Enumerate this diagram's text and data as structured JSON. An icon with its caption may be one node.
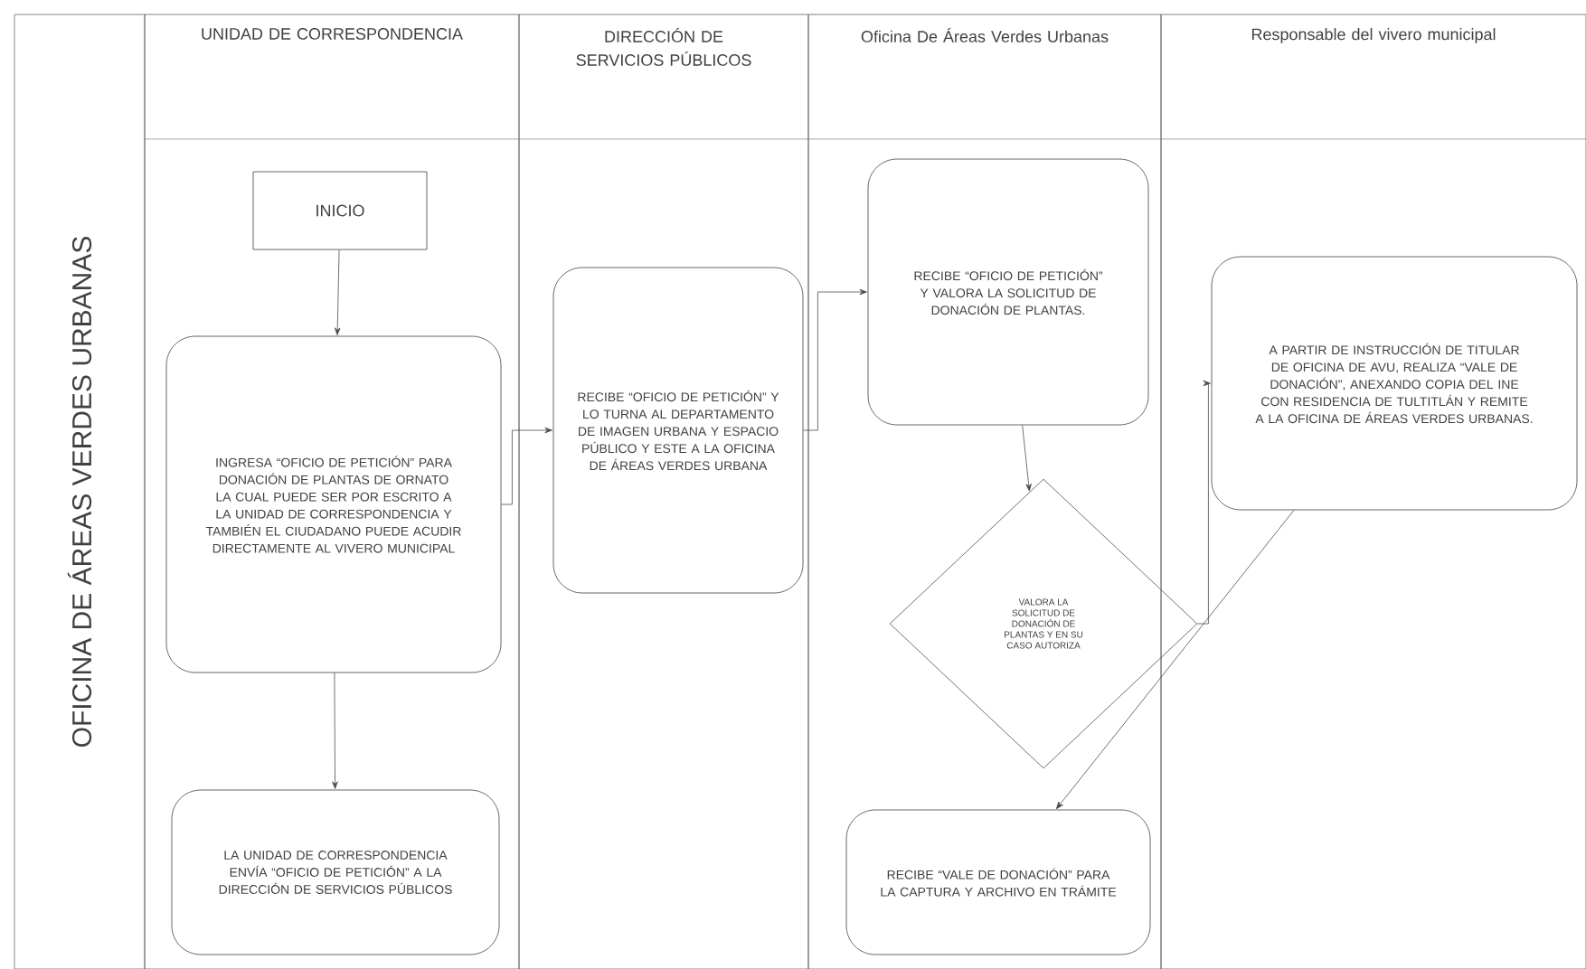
{
  "diagram": {
    "nodes": [
      {
        "text": [
          "OFICINA DE ÁREAS VERDES URBANAS"
        ]
      },
      {
        "text": [
          "UNIDAD DE CORRESPONDENCIA"
        ]
      },
      {
        "text": [
          "DIRECCIÓN DE SERVICIOS PÚBLICOS"
        ]
      },
      {
        "text": [
          "Oficina De Áreas Verdes Urbanas"
        ]
      },
      {
        "text": [
          "Responsable del vivero municipal"
        ]
      },
      {
        "text": [
          "INICIO"
        ],
        "in": 1
      },
      {
        "text": [
          "INGRESA “OFICIO DE PETICIÓN” PARA DONACIÓN DE PLANTAS DE ORNATO LA CUAL PUEDE SER POR ESCRITO A LA UNIDAD DE CORRESPONDENCIA Y TAMBIÉN EL CIUDADANO PUEDE ACUDIR DIRECTAMENTE AL VIVERO MUNICIPAL"
        ],
        "in": 1
      },
      {
        "text": [
          "LA UNIDAD DE CORRESPONDENCIA ENVÍA “OFICIO DE PETICIÓN” A LA DIRECCIÓN DE SERVICIOS PÚBLICOS"
        ],
        "in": 1
      },
      {
        "text": [
          "RECIBE “OFICIO DE PETICIÓN” Y LO TURNA AL DEPARTAMENTO DE IMAGEN URBANA Y ESPACIO PÚBLICO Y ESTE A LA OFICINA DE ÁREAS VERDES URBANA"
        ],
        "in": 2
      },
      {
        "text": [
          "RECIBE “OFICIO DE PETICIÓN” Y VALORA LA SOLICITUD DE DONACIÓN DE PLANTAS."
        ],
        "in": 3
      },
      {
        "text": [
          "VALORA LA SOLICITUD DE DONACIÓN DE PLANTAS Y EN SU CASO AUTORIZA"
        ],
        "in": 3
      },
      {
        "text": [
          "A PARTIR DE INSTRUCCIÓN DE TITULAR DE OFICINA DE AVU, REALIZA “VALE DE DONACIÓN”, ANEXANDO COPIA DEL INE CON RESIDENCIA DE TULTITLÁN Y REMITE A LA OFICINA DE ÁREAS VERDES URBANAS."
        ],
        "in": 4
      },
      {
        "text": [
          "RECIBE “VALE DE DONACIÓN” PARA LA CAPTURA Y ARCHIVO EN TRÁMITE"
        ],
        "in": 3
      }
    ],
    "edges": [
      {
        "from": 5,
        "to": 6,
        "arrow": "to"
      },
      {
        "from": 6,
        "to": 7,
        "arrow": "to"
      },
      {
        "from": 6,
        "to": 8,
        "arrow": "to"
      },
      {
        "from": 8,
        "to": 9,
        "arrow": "to"
      },
      {
        "from": 9,
        "to": 10,
        "arrow": "to"
      },
      {
        "from": 10,
        "to": 11,
        "arrow": "to"
      },
      {
        "from": 11,
        "to": 12,
        "arrow": "to"
      }
    ]
  }
}
